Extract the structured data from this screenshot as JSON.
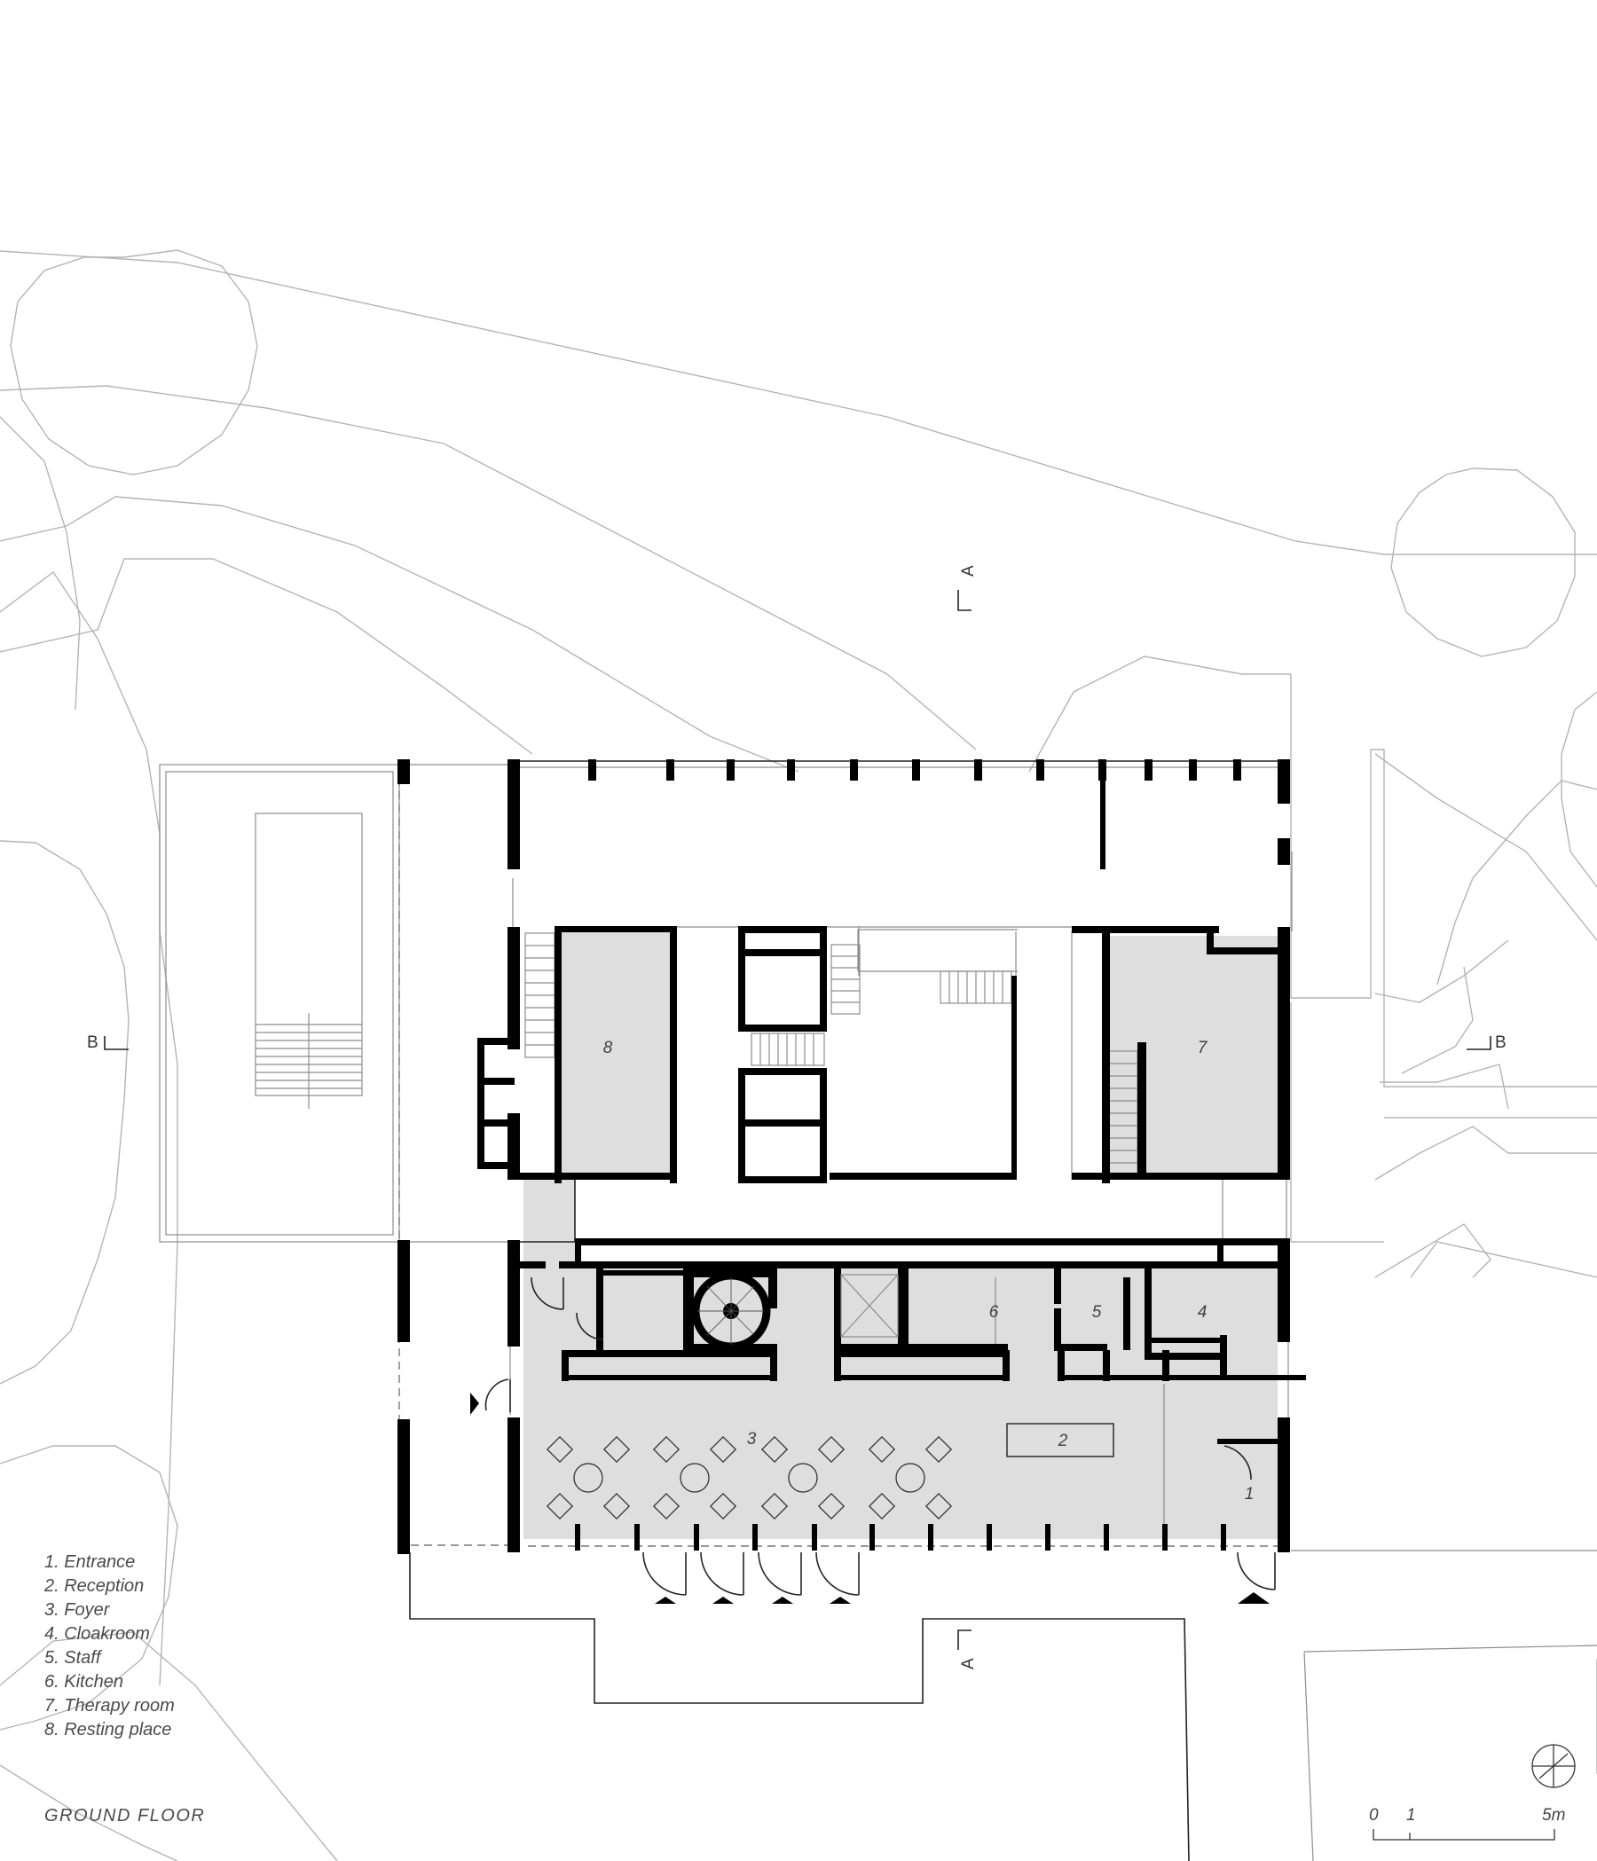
{
  "drawing": {
    "title": "GROUND FLOOR",
    "legend": [
      "1. Entrance",
      "2. Reception",
      "3. Foyer",
      "4. Cloakroom",
      "5. Staff",
      "6. Kitchen",
      "7. Therapy room",
      "8. Resting place"
    ],
    "room_numbers": [
      "1",
      "2",
      "3",
      "4",
      "5",
      "6",
      "7",
      "8"
    ],
    "section_marks": {
      "a_top": "A",
      "a_bottom": "A",
      "b_left": "B",
      "b_right": "B"
    },
    "scale_bar": {
      "zero": "0",
      "one": "1",
      "five": "5m"
    },
    "icons": [
      "north-arrow-icon",
      "entrance-arrow-icon",
      "spiral-stair-icon",
      "tree-canopy-icon"
    ],
    "colors": {
      "wall": "#000000",
      "room_fill": "#dedede",
      "context_lines": "#b4b4b4"
    }
  }
}
